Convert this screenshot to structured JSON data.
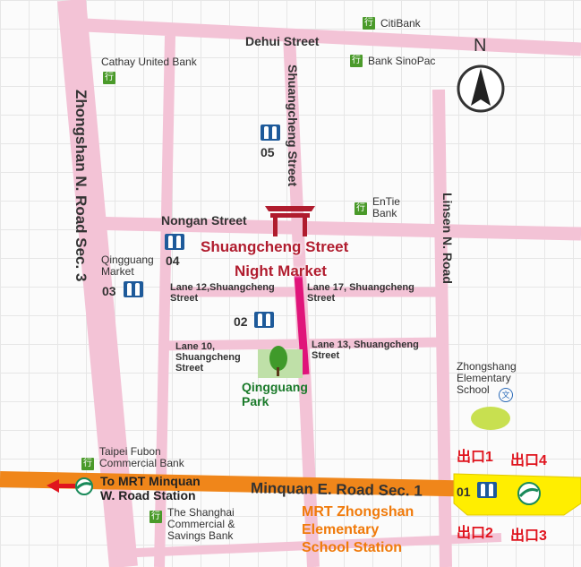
{
  "streets": {
    "dehui": "Dehui Street",
    "nongan": "Nongan Street",
    "shuangcheng": "Shuangcheng Street",
    "linsen": "Linsen N. Road",
    "zhongshan": "Zhongshan N. Road Sec. 3",
    "minquan": "Minquan E. Road Sec. 1",
    "lane12": "Lane 12,Shuangcheng Street",
    "lane17": "Lane 17, Shuangcheng Street",
    "lane10": "Lane 10, Shuangcheng Street",
    "lane13": "Lane 13, Shuangcheng Street"
  },
  "places": {
    "citibank": "CitiBank",
    "cathay": "Cathay United Bank",
    "sinopac": "Bank SinoPac",
    "entie": "EnTie Bank",
    "qingguang_market": "Qingguang Market",
    "zhongshang_school": "Zhongshang Elementary School",
    "fubon": "Taipei Fubon Commercial Bank",
    "shanghai": "The Shanghai Commercial & Savings Bank"
  },
  "night_market": {
    "line1": "Shuangcheng Street",
    "line2": "Night Market"
  },
  "park": {
    "line1": "Qingguang",
    "line2": "Park"
  },
  "toilets": [
    "05",
    "04",
    "03",
    "02",
    "01"
  ],
  "station": {
    "line1": "MRT Zhongshan",
    "line2": "Elementary",
    "line3": "School Station"
  },
  "to_minquan": {
    "line1": "To MRT Minquan",
    "line2": "W. Road Station"
  },
  "exits": [
    "1",
    "4",
    "2",
    "3"
  ],
  "north_label": "N",
  "colors": {
    "road": "#f3c3d6",
    "highlight": "#e0147a",
    "mrt_line": "#f0861a",
    "station": "#ffee00",
    "exit": "#e0141e"
  }
}
